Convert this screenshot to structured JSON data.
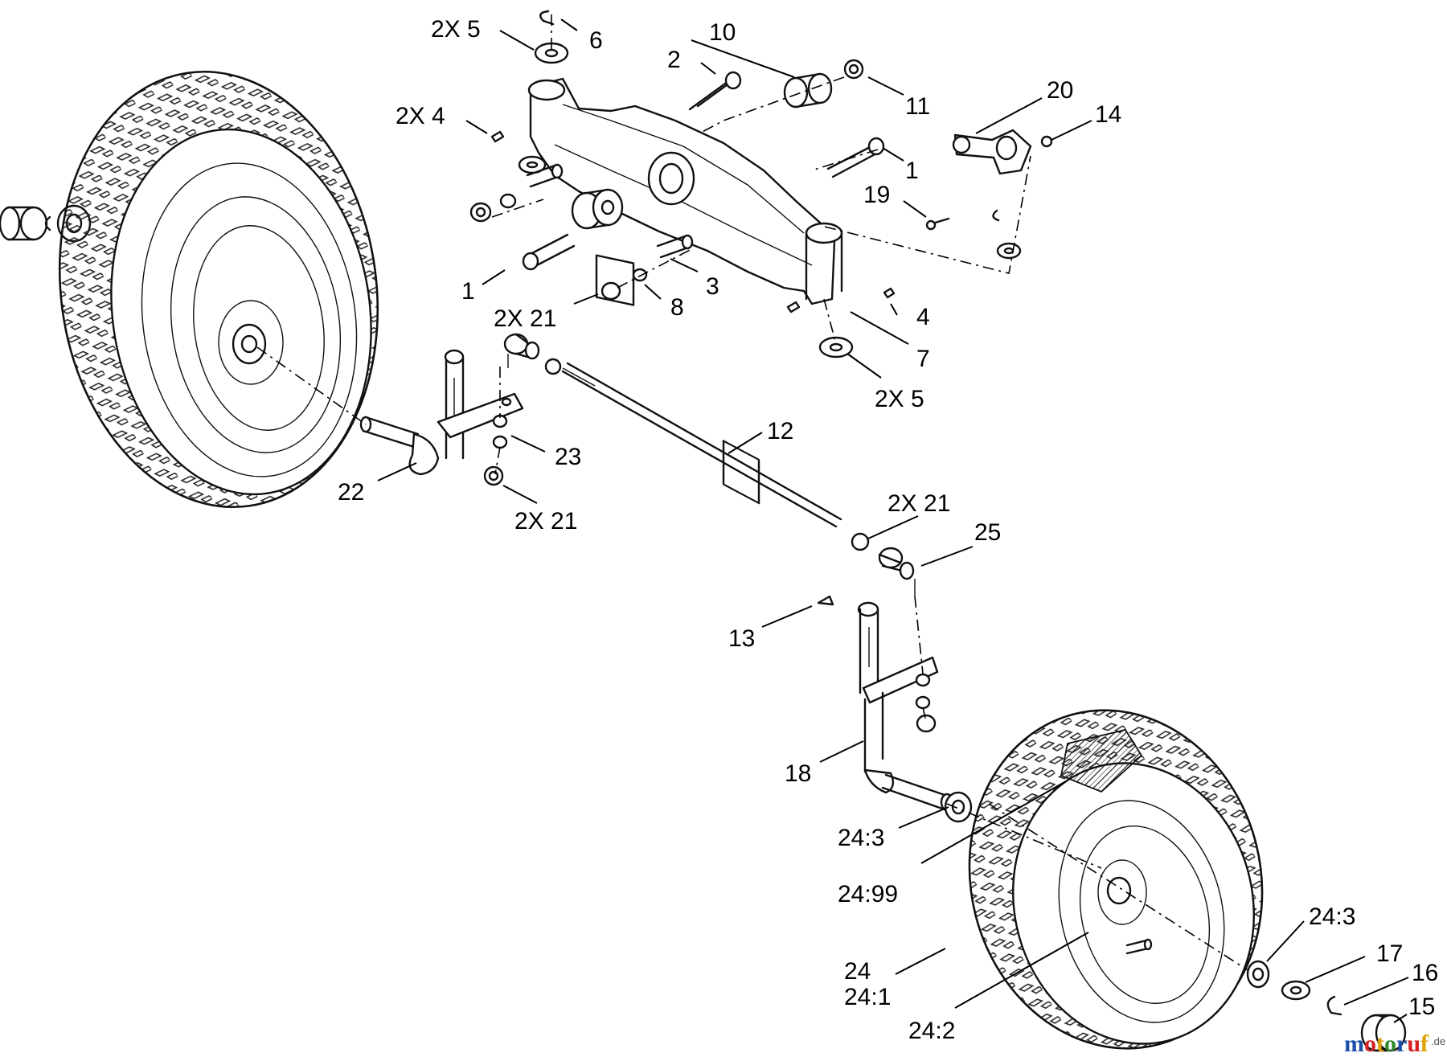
{
  "callouts": [
    {
      "id": "c-2x5-top",
      "text": "2X  5"
    },
    {
      "id": "c-6",
      "text": "6"
    },
    {
      "id": "c-10",
      "text": "10"
    },
    {
      "id": "c-2",
      "text": "2"
    },
    {
      "id": "c-11",
      "text": "11"
    },
    {
      "id": "c-20",
      "text": "20"
    },
    {
      "id": "c-14",
      "text": "14"
    },
    {
      "id": "c-2x4",
      "text": "2X  4"
    },
    {
      "id": "c-1-right",
      "text": "1"
    },
    {
      "id": "c-19",
      "text": "19"
    },
    {
      "id": "c-1-left",
      "text": "1"
    },
    {
      "id": "c-3",
      "text": "3"
    },
    {
      "id": "c-8",
      "text": "8"
    },
    {
      "id": "c-2x21-top",
      "text": "2X  21"
    },
    {
      "id": "c-4",
      "text": "4"
    },
    {
      "id": "c-7",
      "text": "7"
    },
    {
      "id": "c-2x5-bottom",
      "text": "2X  5"
    },
    {
      "id": "c-12",
      "text": "12"
    },
    {
      "id": "c-23",
      "text": "23"
    },
    {
      "id": "c-22",
      "text": "22"
    },
    {
      "id": "c-2x21-left",
      "text": "2X  21"
    },
    {
      "id": "c-2x21-right",
      "text": "2X  21"
    },
    {
      "id": "c-25",
      "text": "25"
    },
    {
      "id": "c-13",
      "text": "13"
    },
    {
      "id": "c-18",
      "text": "18"
    },
    {
      "id": "c-24-3-left",
      "text": "24:3"
    },
    {
      "id": "c-24-99",
      "text": "24:99"
    },
    {
      "id": "c-24-3-right",
      "text": "24:3"
    },
    {
      "id": "c-17",
      "text": "17"
    },
    {
      "id": "c-16",
      "text": "16"
    },
    {
      "id": "c-24",
      "text": "24"
    },
    {
      "id": "c-24-1",
      "text": "24:1"
    },
    {
      "id": "c-24-2",
      "text": "24:2"
    },
    {
      "id": "c-15",
      "text": "15"
    }
  ],
  "watermark": {
    "brand": "motoruf",
    "suffix": ".de"
  }
}
